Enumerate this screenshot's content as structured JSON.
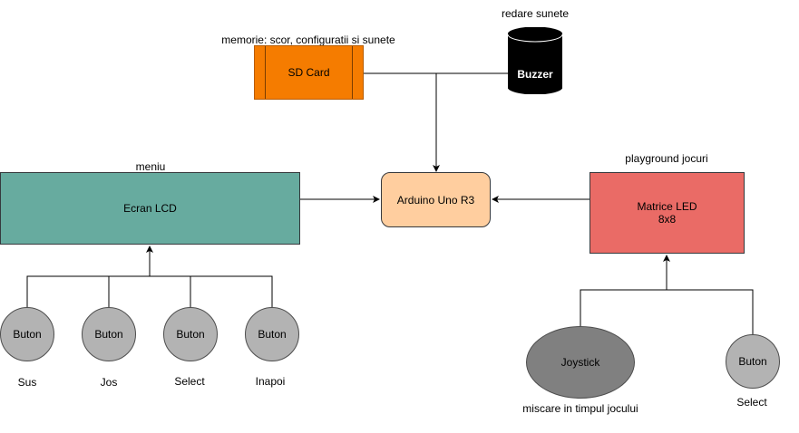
{
  "captions": {
    "buzzer_role": "redare sunete",
    "sd_role": "memorie: scor, configuratii si sunete",
    "lcd_role": "meniu",
    "matrix_role": "playground jocuri",
    "joystick_role": "miscare in timpul jocului"
  },
  "nodes": {
    "sd_card": "SD Card",
    "buzzer": "Buzzer",
    "lcd": "Ecran LCD",
    "arduino": "Arduino Uno R3",
    "matrix_line1": "Matrice LED",
    "matrix_line2": "8x8",
    "joystick": "Joystick"
  },
  "menu_buttons": [
    {
      "label": "Buton",
      "caption": "Sus"
    },
    {
      "label": "Buton",
      "caption": "Jos"
    },
    {
      "label": "Buton",
      "caption": "Select"
    },
    {
      "label": "Buton",
      "caption": "Inapoi"
    }
  ],
  "game_button": {
    "label": "Buton",
    "caption": "Select"
  },
  "colors": {
    "sd_card": "#f57c00",
    "buzzer": "#000000",
    "lcd": "#67ab9f",
    "arduino": "#ffce9f",
    "matrix": "#ea6b66",
    "button": "#b3b3b3",
    "joystick": "#808080"
  }
}
